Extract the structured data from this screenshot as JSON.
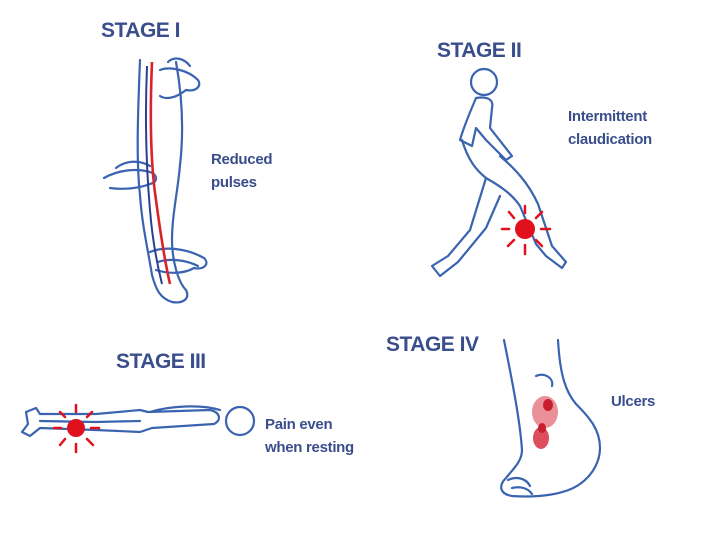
{
  "stages": [
    {
      "title": "STAGE I",
      "caption_lines": [
        "Reduced",
        "pulses"
      ]
    },
    {
      "title": "STAGE II",
      "caption_lines": [
        "Intermittent",
        "claudication"
      ]
    },
    {
      "title": "STAGE III",
      "caption_lines": [
        "Pain even",
        "when resting"
      ]
    },
    {
      "title": "STAGE IV",
      "caption_lines": [
        "Ulcers"
      ]
    }
  ],
  "colors": {
    "text": "#3a4e8c",
    "outline": "#3a63b0",
    "pain": "#e0101c",
    "artery_red": "#d8232a",
    "artery_blue": "#2b3f8f"
  }
}
